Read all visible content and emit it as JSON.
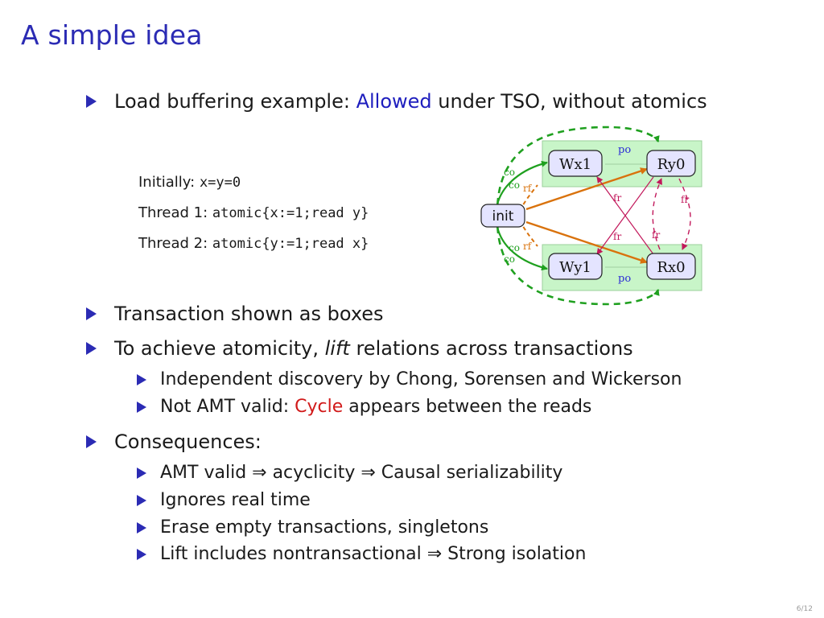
{
  "slide": {
    "title": "A simple idea",
    "page_number": "6/12"
  },
  "bullet1": {
    "prefix": "Load buffering example: ",
    "highlight": "Allowed",
    "suffix": " under TSO, without atomics"
  },
  "code": {
    "init_label": "Initially: ",
    "init_code": "x=y=0",
    "t1_label": "Thread 1: ",
    "t1_code": "atomic{x:=1;read y}",
    "t2_label": "Thread 2: ",
    "t2_code": "atomic{y:=1;read x}"
  },
  "diagram": {
    "nodes": {
      "init": "init",
      "wx1": "Wx1",
      "ry0": "Ry0",
      "wy1": "Wy1",
      "rx0": "Rx0"
    },
    "labels": {
      "po": "po",
      "fr": "fr",
      "co": "co",
      "rf": "rf"
    },
    "colors": {
      "txn_box": "#c8f5c8",
      "node_fill": "#e4e4ff",
      "co": "#1fa01f",
      "rf": "#d9720c",
      "fr": "#c2185b",
      "po": "#2b2bd6"
    }
  },
  "bullets": [
    {
      "text": "Transaction shown as boxes"
    },
    {
      "prefix": "To achieve atomicity, ",
      "italic": "lift",
      "suffix": " relations across transactions"
    }
  ],
  "sub_bullets_atomicity": [
    {
      "text": "Independent discovery by Chong, Sorensen and Wickerson"
    },
    {
      "prefix": "Not AMT valid: ",
      "highlight": "Cycle",
      "suffix": " appears between the reads"
    }
  ],
  "consequences": {
    "label": "Consequences:",
    "items": [
      "AMT valid ⇒ acyclicity ⇒ Causal serializability",
      "Ignores real time",
      "Erase empty transactions, singletons",
      "Lift includes nontransactional ⇒ Strong isolation"
    ]
  }
}
